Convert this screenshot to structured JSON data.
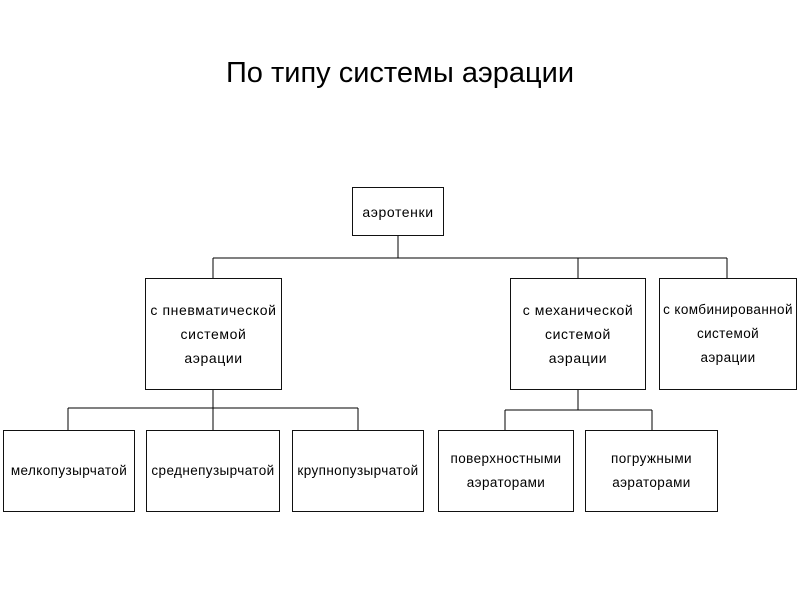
{
  "title": "По типу системы аэрации",
  "diagram": {
    "root": "аэротенки",
    "categories": [
      {
        "label": "с пневматической\nсистемой\nаэрации",
        "children": [
          "мелкопузырчатой",
          "среднепузырчатой",
          "крупнопузырчатой"
        ]
      },
      {
        "label": "с механической\nсистемой\nаэрации",
        "children": [
          "поверхностными\nаэраторами",
          "погружными\nаэраторами"
        ]
      },
      {
        "label": "с комбинированной\nсистемой\nаэрации",
        "children": []
      }
    ]
  },
  "colors": {
    "line": "#000000",
    "box_border": "#111111",
    "background": "#ffffff"
  }
}
